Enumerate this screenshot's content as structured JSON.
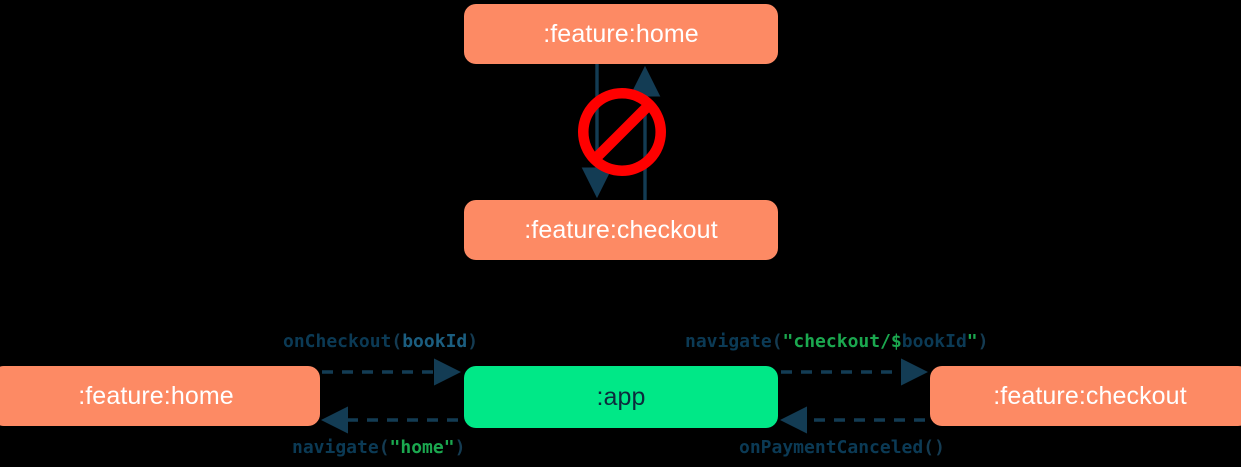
{
  "diagram": {
    "title": "module navigation dependency diagram",
    "background": "#000000",
    "colors": {
      "module_orange": "#FD8A64",
      "app_green": "#00E887",
      "connector_navy": "#133C54",
      "forbidden_red": "#FF0000",
      "string_green": "#1BA84F",
      "identifier_blue": "#1B5E80",
      "code_navy": "#0B3A55",
      "node_label_light": "#FFFFFF",
      "node_label_dark": "#0C2B3C"
    },
    "top_section": {
      "nodes": [
        {
          "id": "home-top",
          "label": ":feature:home",
          "style": "orange"
        },
        {
          "id": "checkout-top",
          "label": ":feature:checkout",
          "style": "orange"
        }
      ],
      "badge": {
        "name": "forbidden-sign",
        "glyph": "no-entry",
        "meaning": "direct dependency between feature modules is not allowed"
      },
      "edges": [
        {
          "from": "home-top",
          "to": "checkout-top",
          "direction": "down",
          "style": "solid"
        },
        {
          "from": "checkout-top",
          "to": "home-top",
          "direction": "up",
          "style": "solid"
        }
      ]
    },
    "bottom_section": {
      "nodes": [
        {
          "id": "home-bottom",
          "label": ":feature:home",
          "style": "orange"
        },
        {
          "id": "app",
          "label": ":app",
          "style": "green"
        },
        {
          "id": "checkout-bottom",
          "label": ":feature:checkout",
          "style": "orange"
        }
      ],
      "edges": [
        {
          "id": "home-to-app",
          "from": "home-bottom",
          "to": "app",
          "direction": "right",
          "style": "dashed",
          "label_id": "on-checkout"
        },
        {
          "id": "app-to-checkout",
          "from": "app",
          "to": "checkout-bottom",
          "direction": "right",
          "style": "dashed",
          "label_id": "navigate-checkout"
        },
        {
          "id": "app-to-home",
          "from": "app",
          "to": "home-bottom",
          "direction": "left",
          "style": "dashed",
          "label_id": "navigate-home"
        },
        {
          "id": "checkout-to-app",
          "from": "checkout-bottom",
          "to": "app",
          "direction": "left",
          "style": "dashed",
          "label_id": "on-payment"
        }
      ],
      "labels": {
        "on_checkout": {
          "full_text": "onCheckout(bookId)",
          "tokens": [
            {
              "text": "onCheckout",
              "kind": "plain"
            },
            {
              "text": "(",
              "kind": "paren"
            },
            {
              "text": "bookId",
              "kind": "ident"
            },
            {
              "text": ")",
              "kind": "paren"
            }
          ]
        },
        "navigate_checkout": {
          "full_text": "navigate(\"checkout/$bookId\")",
          "tokens": [
            {
              "text": "navigate",
              "kind": "plain"
            },
            {
              "text": "(",
              "kind": "paren"
            },
            {
              "text": "\"checkout/$",
              "kind": "string"
            },
            {
              "text": "bookId",
              "kind": "plain"
            },
            {
              "text": "\"",
              "kind": "string"
            },
            {
              "text": ")",
              "kind": "paren"
            }
          ]
        },
        "navigate_home": {
          "full_text": "navigate(\"home\")",
          "tokens": [
            {
              "text": "navigate",
              "kind": "plain"
            },
            {
              "text": "(",
              "kind": "paren"
            },
            {
              "text": "\"home\"",
              "kind": "string"
            },
            {
              "text": ")",
              "kind": "paren"
            }
          ]
        },
        "on_payment": {
          "full_text": "onPaymentCanceled()",
          "tokens": [
            {
              "text": "onPaymentCanceled",
              "kind": "plain"
            },
            {
              "text": "()",
              "kind": "paren"
            }
          ]
        }
      }
    }
  }
}
